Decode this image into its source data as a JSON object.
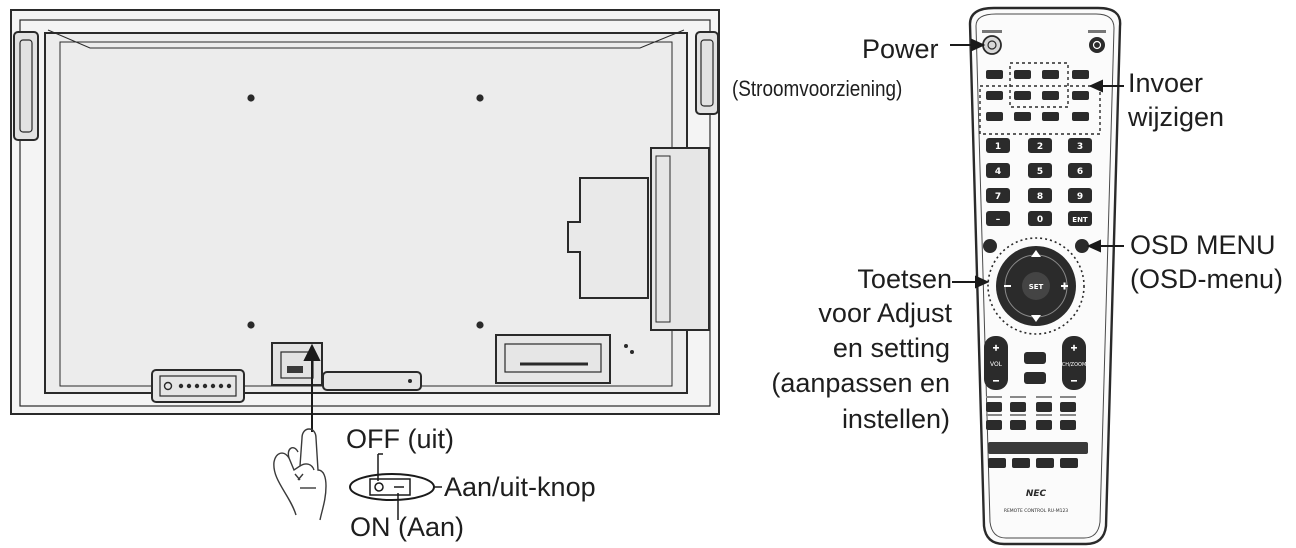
{
  "labels": {
    "power": "Power",
    "power_sub": "(Stroomvoorziening)",
    "input_line1": "Invoer",
    "input_line2": "wijzigen",
    "osd_line1": "OSD MENU",
    "osd_line2": "(OSD-menu)",
    "adjust_line1": "Toetsen",
    "adjust_line2": "voor Adjust",
    "adjust_line3": "en setting",
    "adjust_line4": "(aanpassen en",
    "adjust_line5": "instellen)",
    "switch_off": "OFF (uit)",
    "switch_name": "Aan/uit-knop",
    "switch_on": "ON (Aan)"
  },
  "remote": {
    "brand": "NEC",
    "model_text": "REMOTE CONTROL RU-M123",
    "keypad": [
      "1",
      "2",
      "3",
      "4",
      "5",
      "6",
      "7",
      "8",
      "9",
      "–",
      "0",
      "ENT"
    ],
    "center_text": "SET",
    "vol_label": "VOL",
    "ch_label": "CH/ZOOM"
  },
  "colors": {
    "line": "#2a2a2a",
    "body_fill": "#f4f4f4",
    "panel_fill": "#ececec",
    "button_fill": "#2b2b2b"
  }
}
